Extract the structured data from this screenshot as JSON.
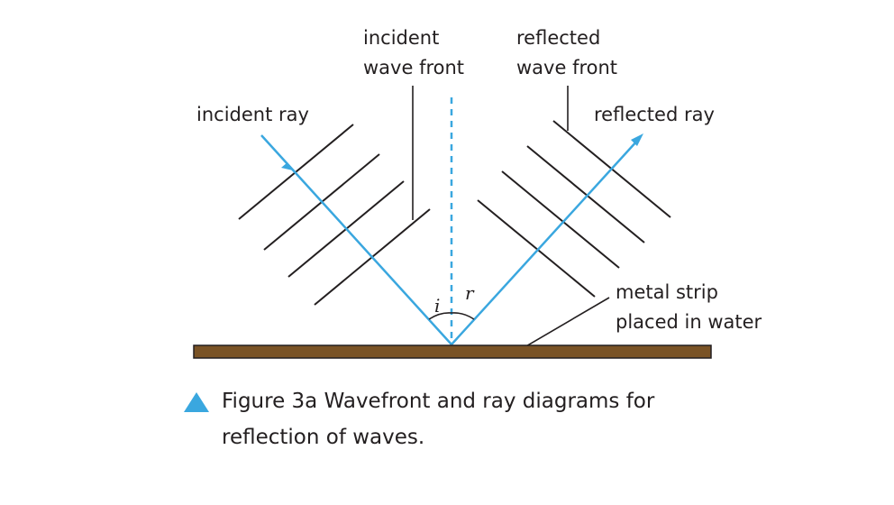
{
  "labels": {
    "incident_wave_front": [
      "incident",
      "wave front"
    ],
    "reflected_wave_front": [
      "reflected",
      "wave front"
    ],
    "incident_ray": "incident ray",
    "reflected_ray": "reflected ray",
    "metal_strip": [
      "metal strip",
      "placed in water"
    ],
    "angle_i": "i",
    "angle_r": "r"
  },
  "caption": {
    "figure": "Figure 3a",
    "text": "Figure 3a Wavefront and ray diagrams for reflection of waves."
  },
  "colors": {
    "ray": "#3aa7df",
    "normal": "#3aa7df",
    "wavefront": "#231f20",
    "strip_fill": "#7a5326",
    "strip_border": "#231f20",
    "caption_marker": "#3aa7df"
  },
  "icons": {
    "caption_marker": "blue-triangle-icon"
  }
}
